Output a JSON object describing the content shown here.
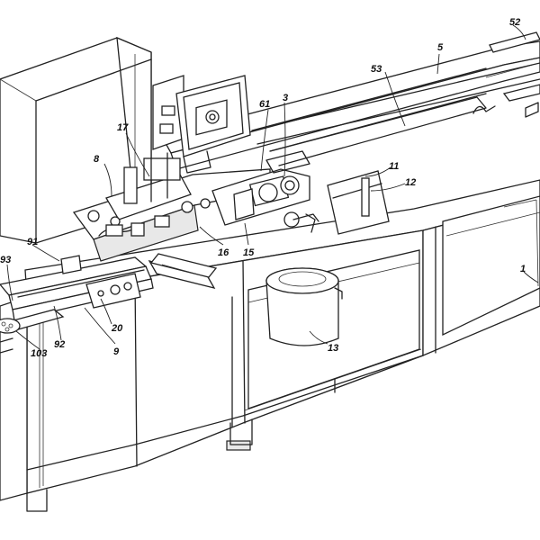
{
  "figure": {
    "labels": {
      "l1": "1",
      "l3": "3",
      "l5": "5",
      "l8": "8",
      "l9": "9",
      "l11": "11",
      "l12": "12",
      "l13": "13",
      "l15": "15",
      "l16": "16",
      "l17": "17",
      "l20": "20",
      "l52": "52",
      "l53": "53",
      "l61": "61",
      "l91": "91",
      "l92": "92",
      "l93": "93",
      "l103": "103"
    }
  }
}
